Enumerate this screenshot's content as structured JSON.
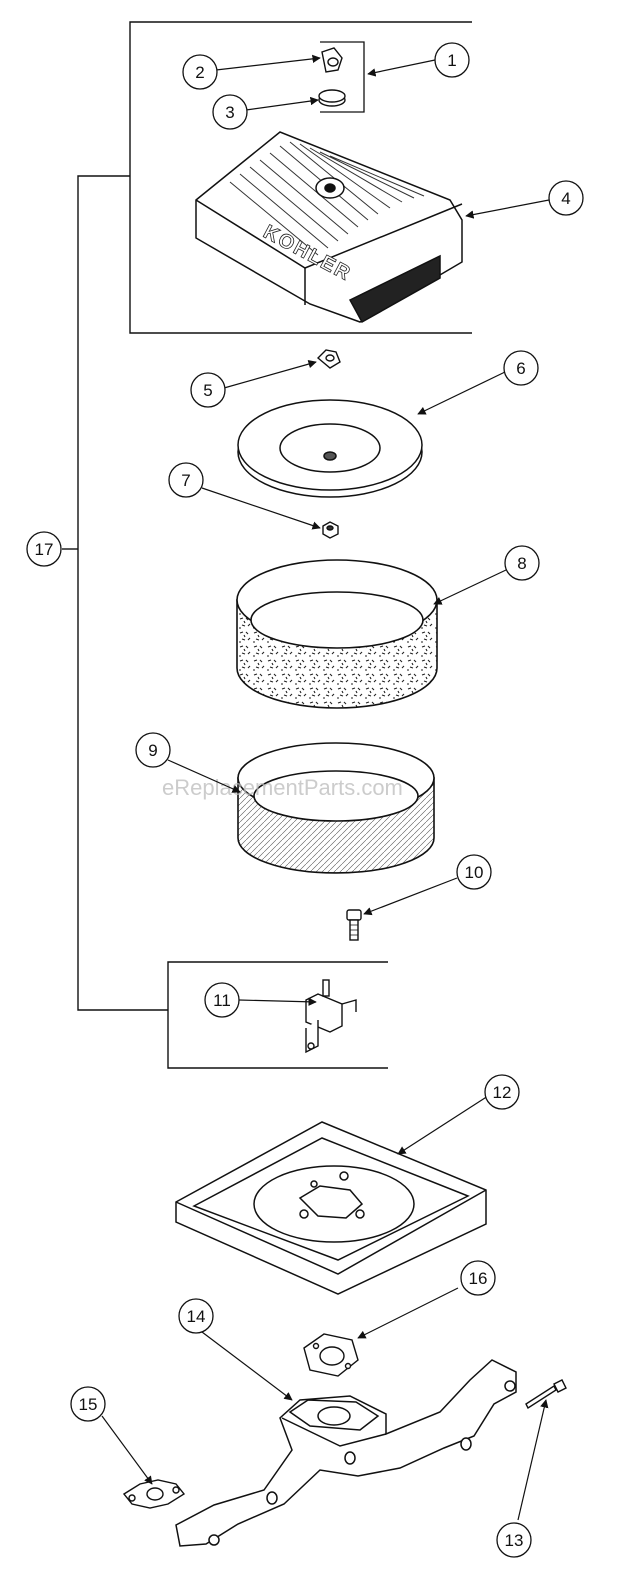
{
  "watermark": "eReplacementParts.com",
  "brand_marking": "KOHLER",
  "callouts": {
    "c1": "1",
    "c2": "2",
    "c3": "3",
    "c4": "4",
    "c5": "5",
    "c6": "6",
    "c7": "7",
    "c8": "8",
    "c9": "9",
    "c10": "10",
    "c11": "11",
    "c12": "12",
    "c13": "13",
    "c14": "14",
    "c15": "15",
    "c16": "16",
    "c17": "17"
  }
}
